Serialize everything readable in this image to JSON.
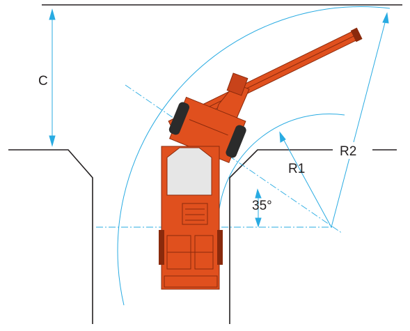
{
  "labels": {
    "c": "C",
    "r1": "R1",
    "r2": "R2",
    "angle": "35°"
  },
  "colors": {
    "outline": "#231f20",
    "dimension": "#29abe2",
    "machine": "#e0501e",
    "machine_dark": "#8a2a0c",
    "cab": "#e6e6e6"
  }
}
